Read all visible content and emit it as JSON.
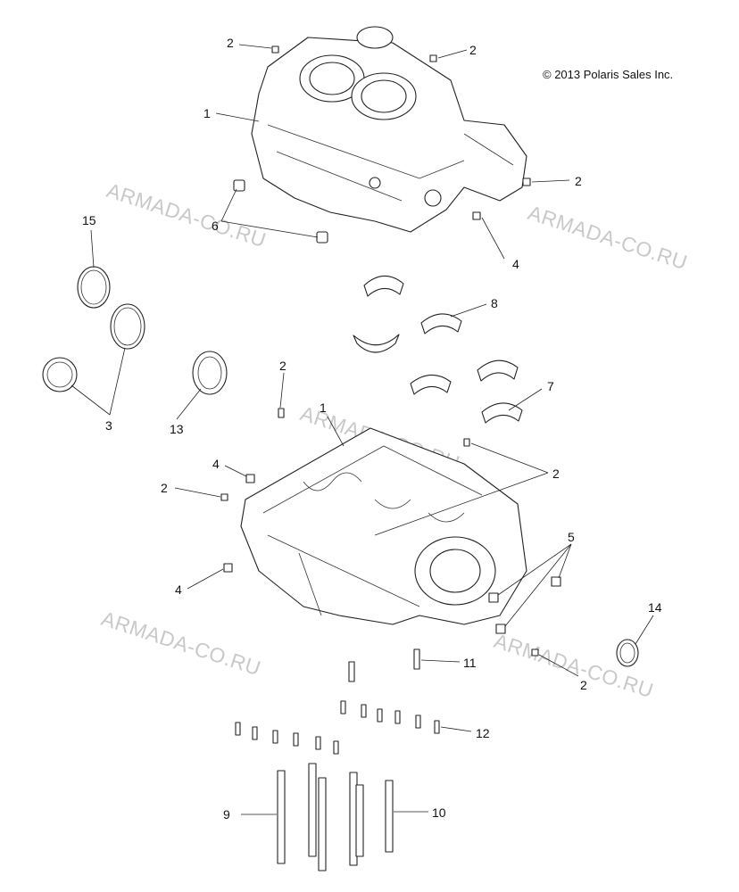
{
  "copyright": "© 2013 Polaris Sales Inc.",
  "watermark": "ARMADA-CO.RU",
  "callouts": [
    "1",
    "2",
    "2",
    "2",
    "6",
    "15",
    "4",
    "8",
    "3",
    "13",
    "7",
    "2",
    "1",
    "4",
    "2",
    "2",
    "4",
    "5",
    "14",
    "11",
    "2",
    "12",
    "9",
    "10"
  ],
  "colors": {
    "line": "#222222",
    "watermark": "#c9c9c9",
    "background": "#ffffff"
  }
}
